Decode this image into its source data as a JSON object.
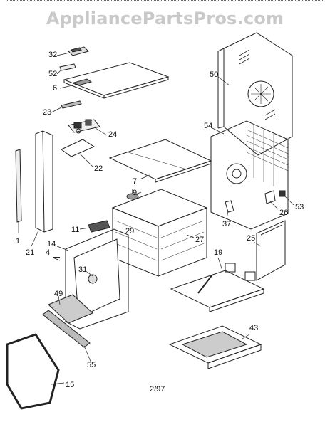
{
  "watermark": "AppliancePartsPros.com",
  "footer": "2/97",
  "part_labels": {
    "p32": "32",
    "p52": "52",
    "p6": "6",
    "p50": "50",
    "p23": "23",
    "p24": "24",
    "p54": "54",
    "p22": "22",
    "p7": "7",
    "p9": "9",
    "p26": "26",
    "p53": "53",
    "p1": "1",
    "p21": "21",
    "p11": "11",
    "p29": "29",
    "p27": "27",
    "p37": "37",
    "p14": "14",
    "p4": "4",
    "p25": "25",
    "p19": "19",
    "p31": "31",
    "p49": "49",
    "p43": "43",
    "p55": "55",
    "p15": "15"
  }
}
